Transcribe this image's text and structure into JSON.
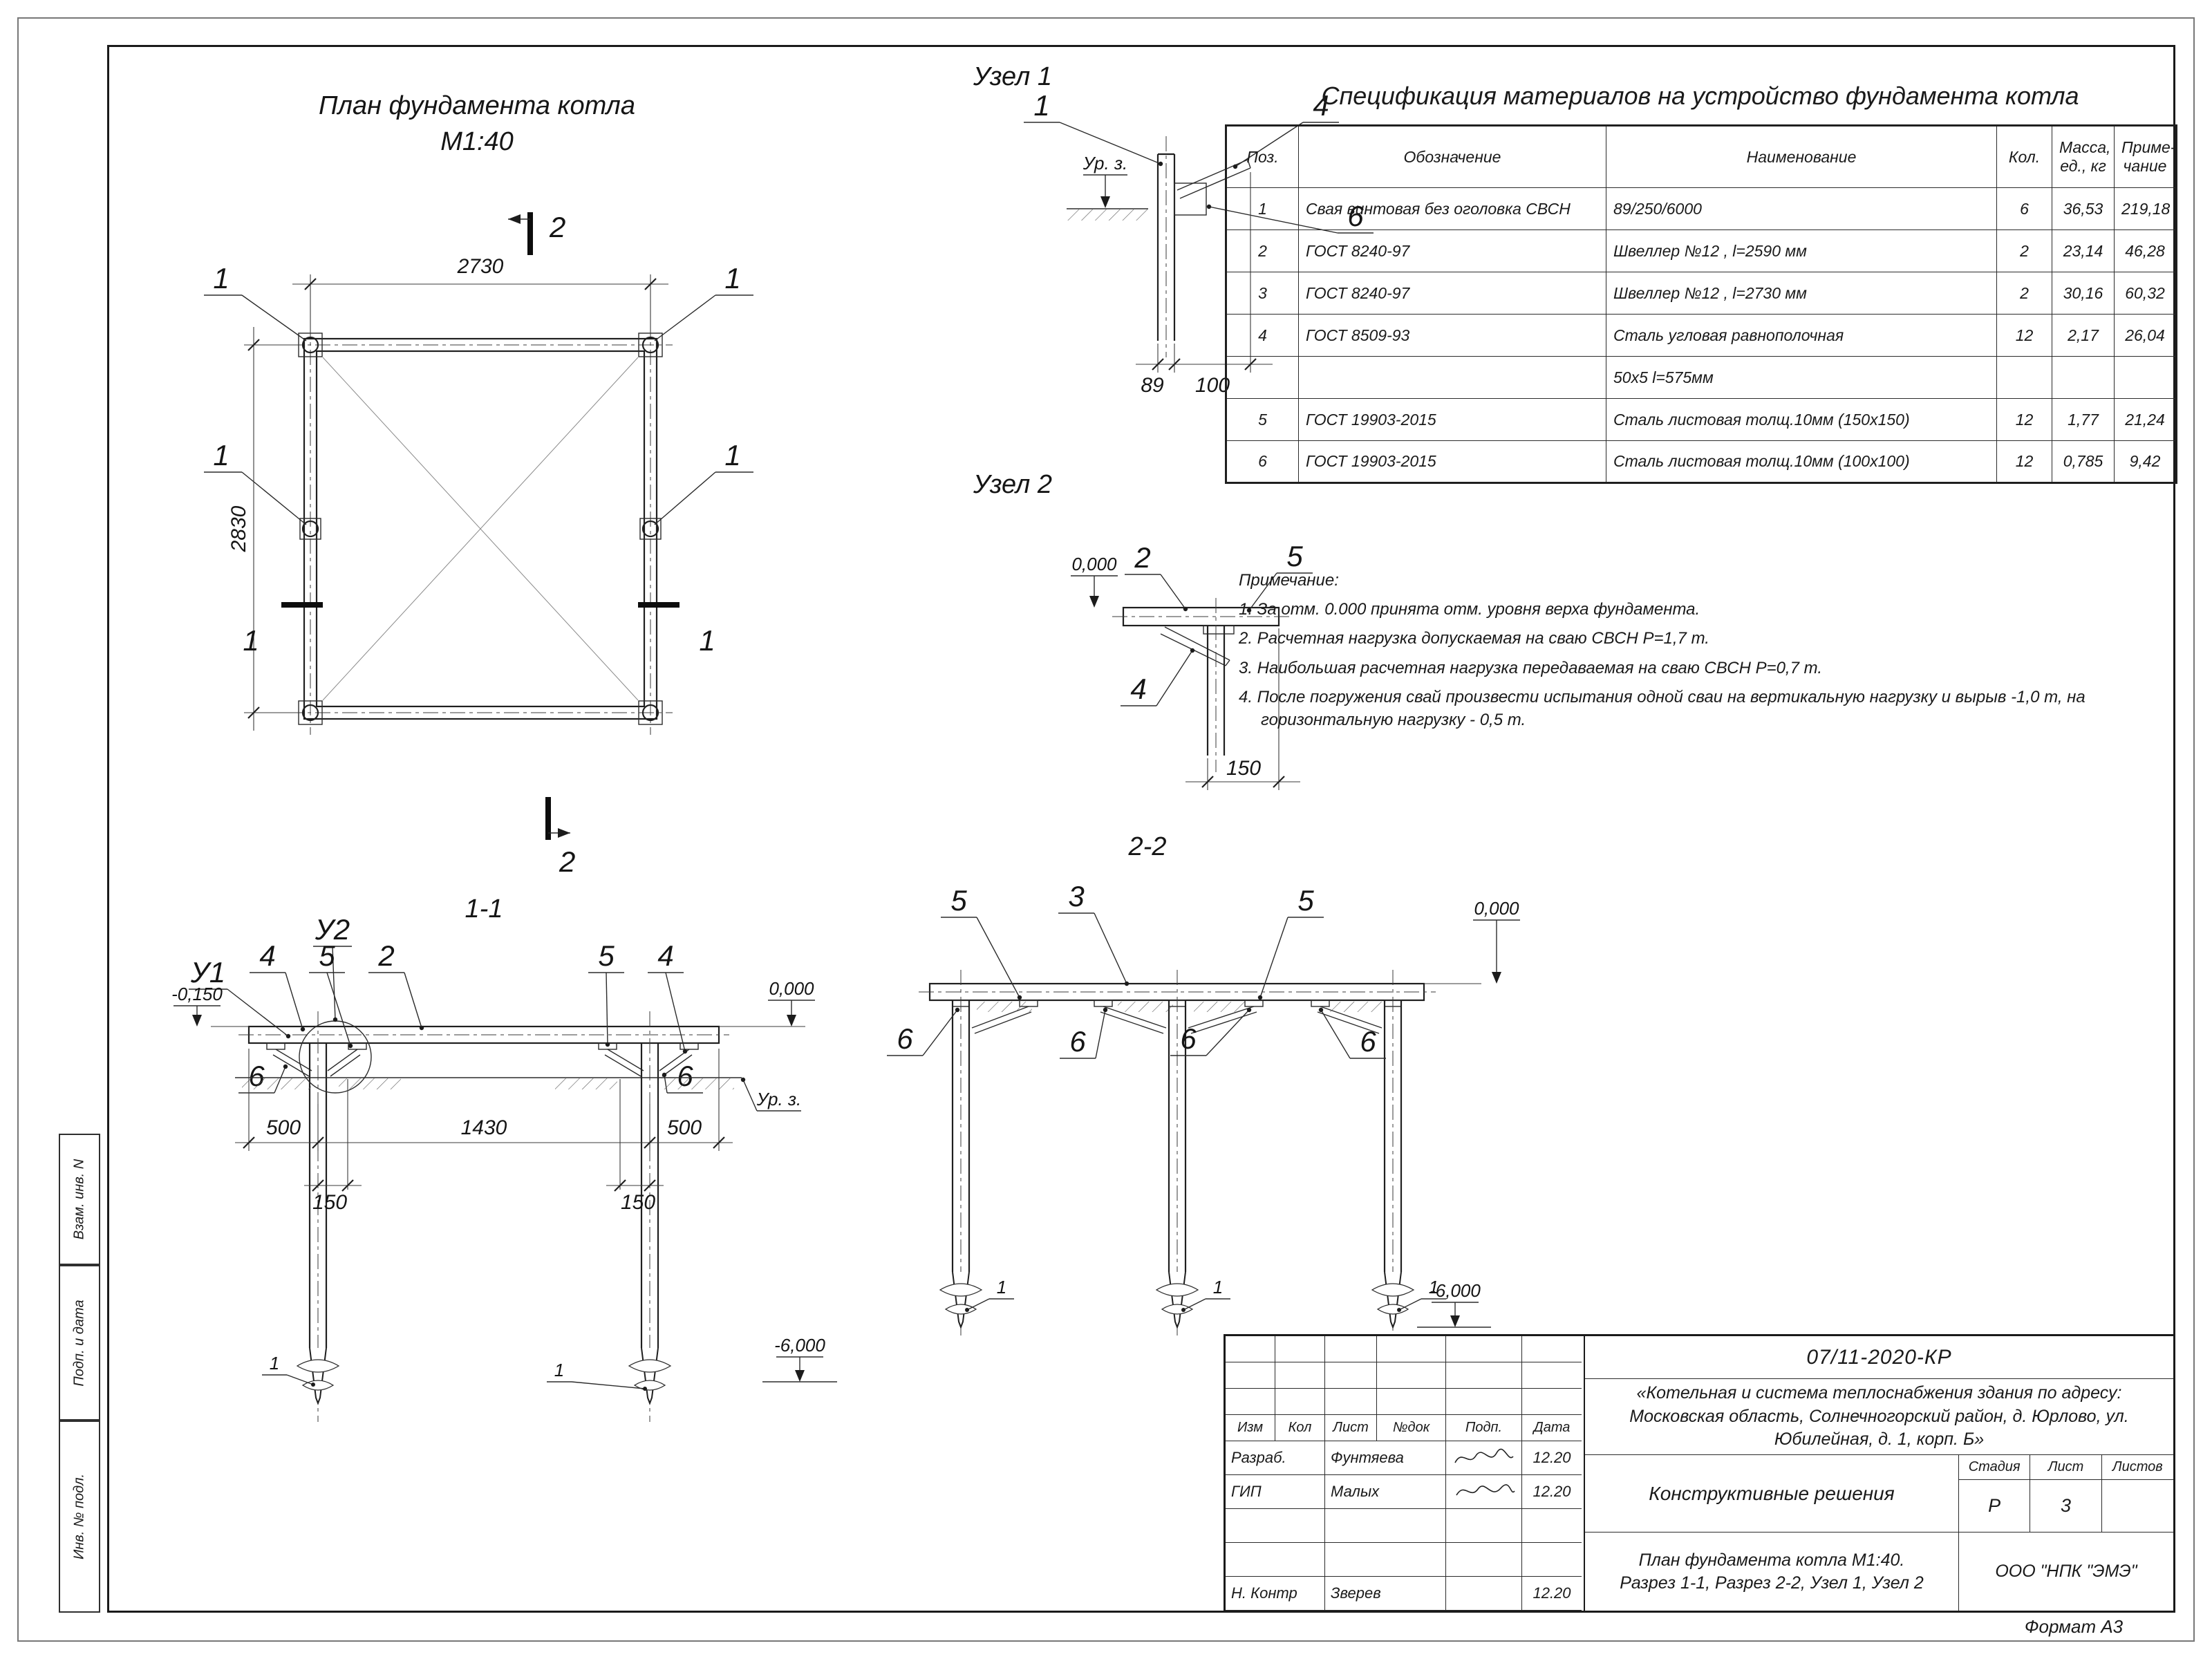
{
  "labels": {
    "pos1": "1",
    "pos2": "2",
    "pos3": "3",
    "pos4": "4",
    "pos5": "5",
    "pos6": "6",
    "u1": "У1",
    "u2": "У2",
    "ground_level": "Ур. з."
  },
  "elevations": {
    "zero": "0,000",
    "minus_150": "-0,150",
    "minus_6000": "-6,000"
  },
  "plan": {
    "title": "План фундамента котла",
    "scale": "М1:40",
    "dim_width": "2730",
    "dim_height": "2830",
    "cut_mark_1": "1",
    "cut_mark_2": "2"
  },
  "node1": {
    "title": "Узел 1",
    "dim_89": "89",
    "dim_100": "100"
  },
  "node2": {
    "title": "Узел 2",
    "dim_150": "150"
  },
  "section11": {
    "title": "1-1",
    "dim_500": "500",
    "dim_1430": "1430",
    "dim_150": "150"
  },
  "section22": {
    "title": "2-2"
  },
  "spec_table": {
    "title": "Спецификация материалов на устройство фундамента котла",
    "headers": [
      "Поз.",
      "Обозначение",
      "Наименование",
      "Кол.",
      "Масса,\nед., кг",
      "Приме-\nчание"
    ],
    "rows": [
      [
        "1",
        "Свая винтовая без оголовка СВСН",
        "89/250/6000",
        "6",
        "36,53",
        "219,18"
      ],
      [
        "2",
        "ГОСТ 8240-97",
        "Швеллер №12 , l=2590 мм",
        "2",
        "23,14",
        "46,28"
      ],
      [
        "3",
        "ГОСТ 8240-97",
        "Швеллер №12 , l=2730 мм",
        "2",
        "30,16",
        "60,32"
      ],
      [
        "4",
        "ГОСТ 8509-93",
        "Сталь угловая равнополочная",
        "12",
        "2,17",
        "26,04"
      ],
      [
        "",
        "",
        "50х5 l=575мм",
        "",
        "",
        ""
      ],
      [
        "5",
        "ГОСТ 19903-2015",
        "Сталь листовая толщ.10мм (150х150)",
        "12",
        "1,77",
        "21,24"
      ],
      [
        "6",
        "ГОСТ 19903-2015",
        "Сталь листовая толщ.10мм (100х100)",
        "12",
        "0,785",
        "9,42"
      ]
    ]
  },
  "notes": {
    "title": "Примечание:",
    "items": [
      "1. За отм. 0.000 принята отм. уровня верха фундамента.",
      "2. Расчетная нагрузка допускаемая на сваю СВСН  Р=1,7 т.",
      "3. Наибольшая расчетная нагрузка передаваемая на сваю СВСН   Р=0,7 т.",
      "4. После погружения свай произвести испытания одной сваи на вертикальную нагрузку и вырыв -1,0 т, на горизонтальную нагрузку - 0,5 т."
    ]
  },
  "titleblock": {
    "doc_number": "07/11-2020-КР",
    "project_name": "«Котельная и система теплоснабжения здания по адресу: Московская область, Солнечногорский район, д. Юрлово, ул. Юбилейная, д. 1, корп. Б»",
    "rev_headers": [
      "Изм",
      "Кол",
      "Лист",
      "№док",
      "Подп.",
      "Дата"
    ],
    "roles": [
      {
        "role": "Разраб.",
        "name": "Фунтяева",
        "date": "12.20"
      },
      {
        "role": "ГИП",
        "name": "Малых",
        "date": "12.20"
      },
      {
        "role": "",
        "name": "",
        "date": ""
      },
      {
        "role": "",
        "name": "",
        "date": ""
      },
      {
        "role": "Н. Контр",
        "name": "Зверев",
        "date": "12.20"
      }
    ],
    "section_title": "Конструктивные решения",
    "stage_headers": [
      "Стадия",
      "Лист",
      "Листов"
    ],
    "stage_value": "Р",
    "sheet_value": "3",
    "sheets_total": "",
    "drawing_title": "План фундамента котла М1:40.\nРазрез 1-1, Разрез 2-2, Узел 1, Узел 2",
    "company": "ООО \"НПК \"ЭМЭ\"",
    "format_label": "Формат А3"
  },
  "side_strip": {
    "items": [
      "Взам. инв. N",
      "Подп. и дата",
      "Инв. № подл."
    ]
  }
}
